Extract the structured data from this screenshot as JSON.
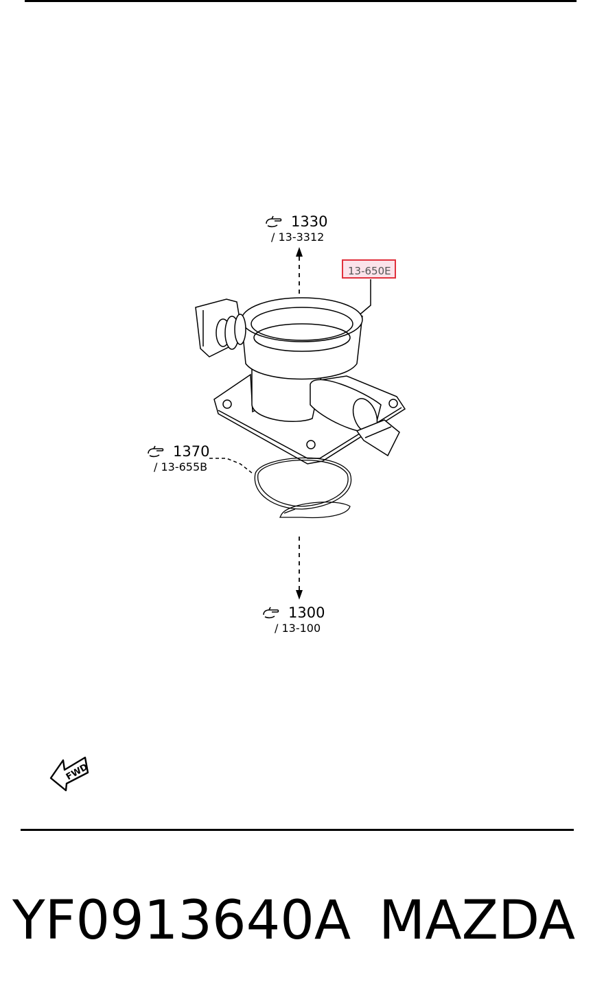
{
  "callouts": {
    "top": {
      "num": "1330",
      "sub": "/ 13-3312"
    },
    "left": {
      "num": "1370",
      "sub": "/ 13-655B"
    },
    "bottom": {
      "num": "1300",
      "sub": "/ 13-100"
    },
    "highlighted": {
      "label": "13-650E",
      "color": "#e0303c",
      "fill": "#fbe3ea"
    }
  },
  "fwd_label": "FWD",
  "footer": {
    "part_number": "YF0913640A",
    "brand": "MAZDA"
  }
}
